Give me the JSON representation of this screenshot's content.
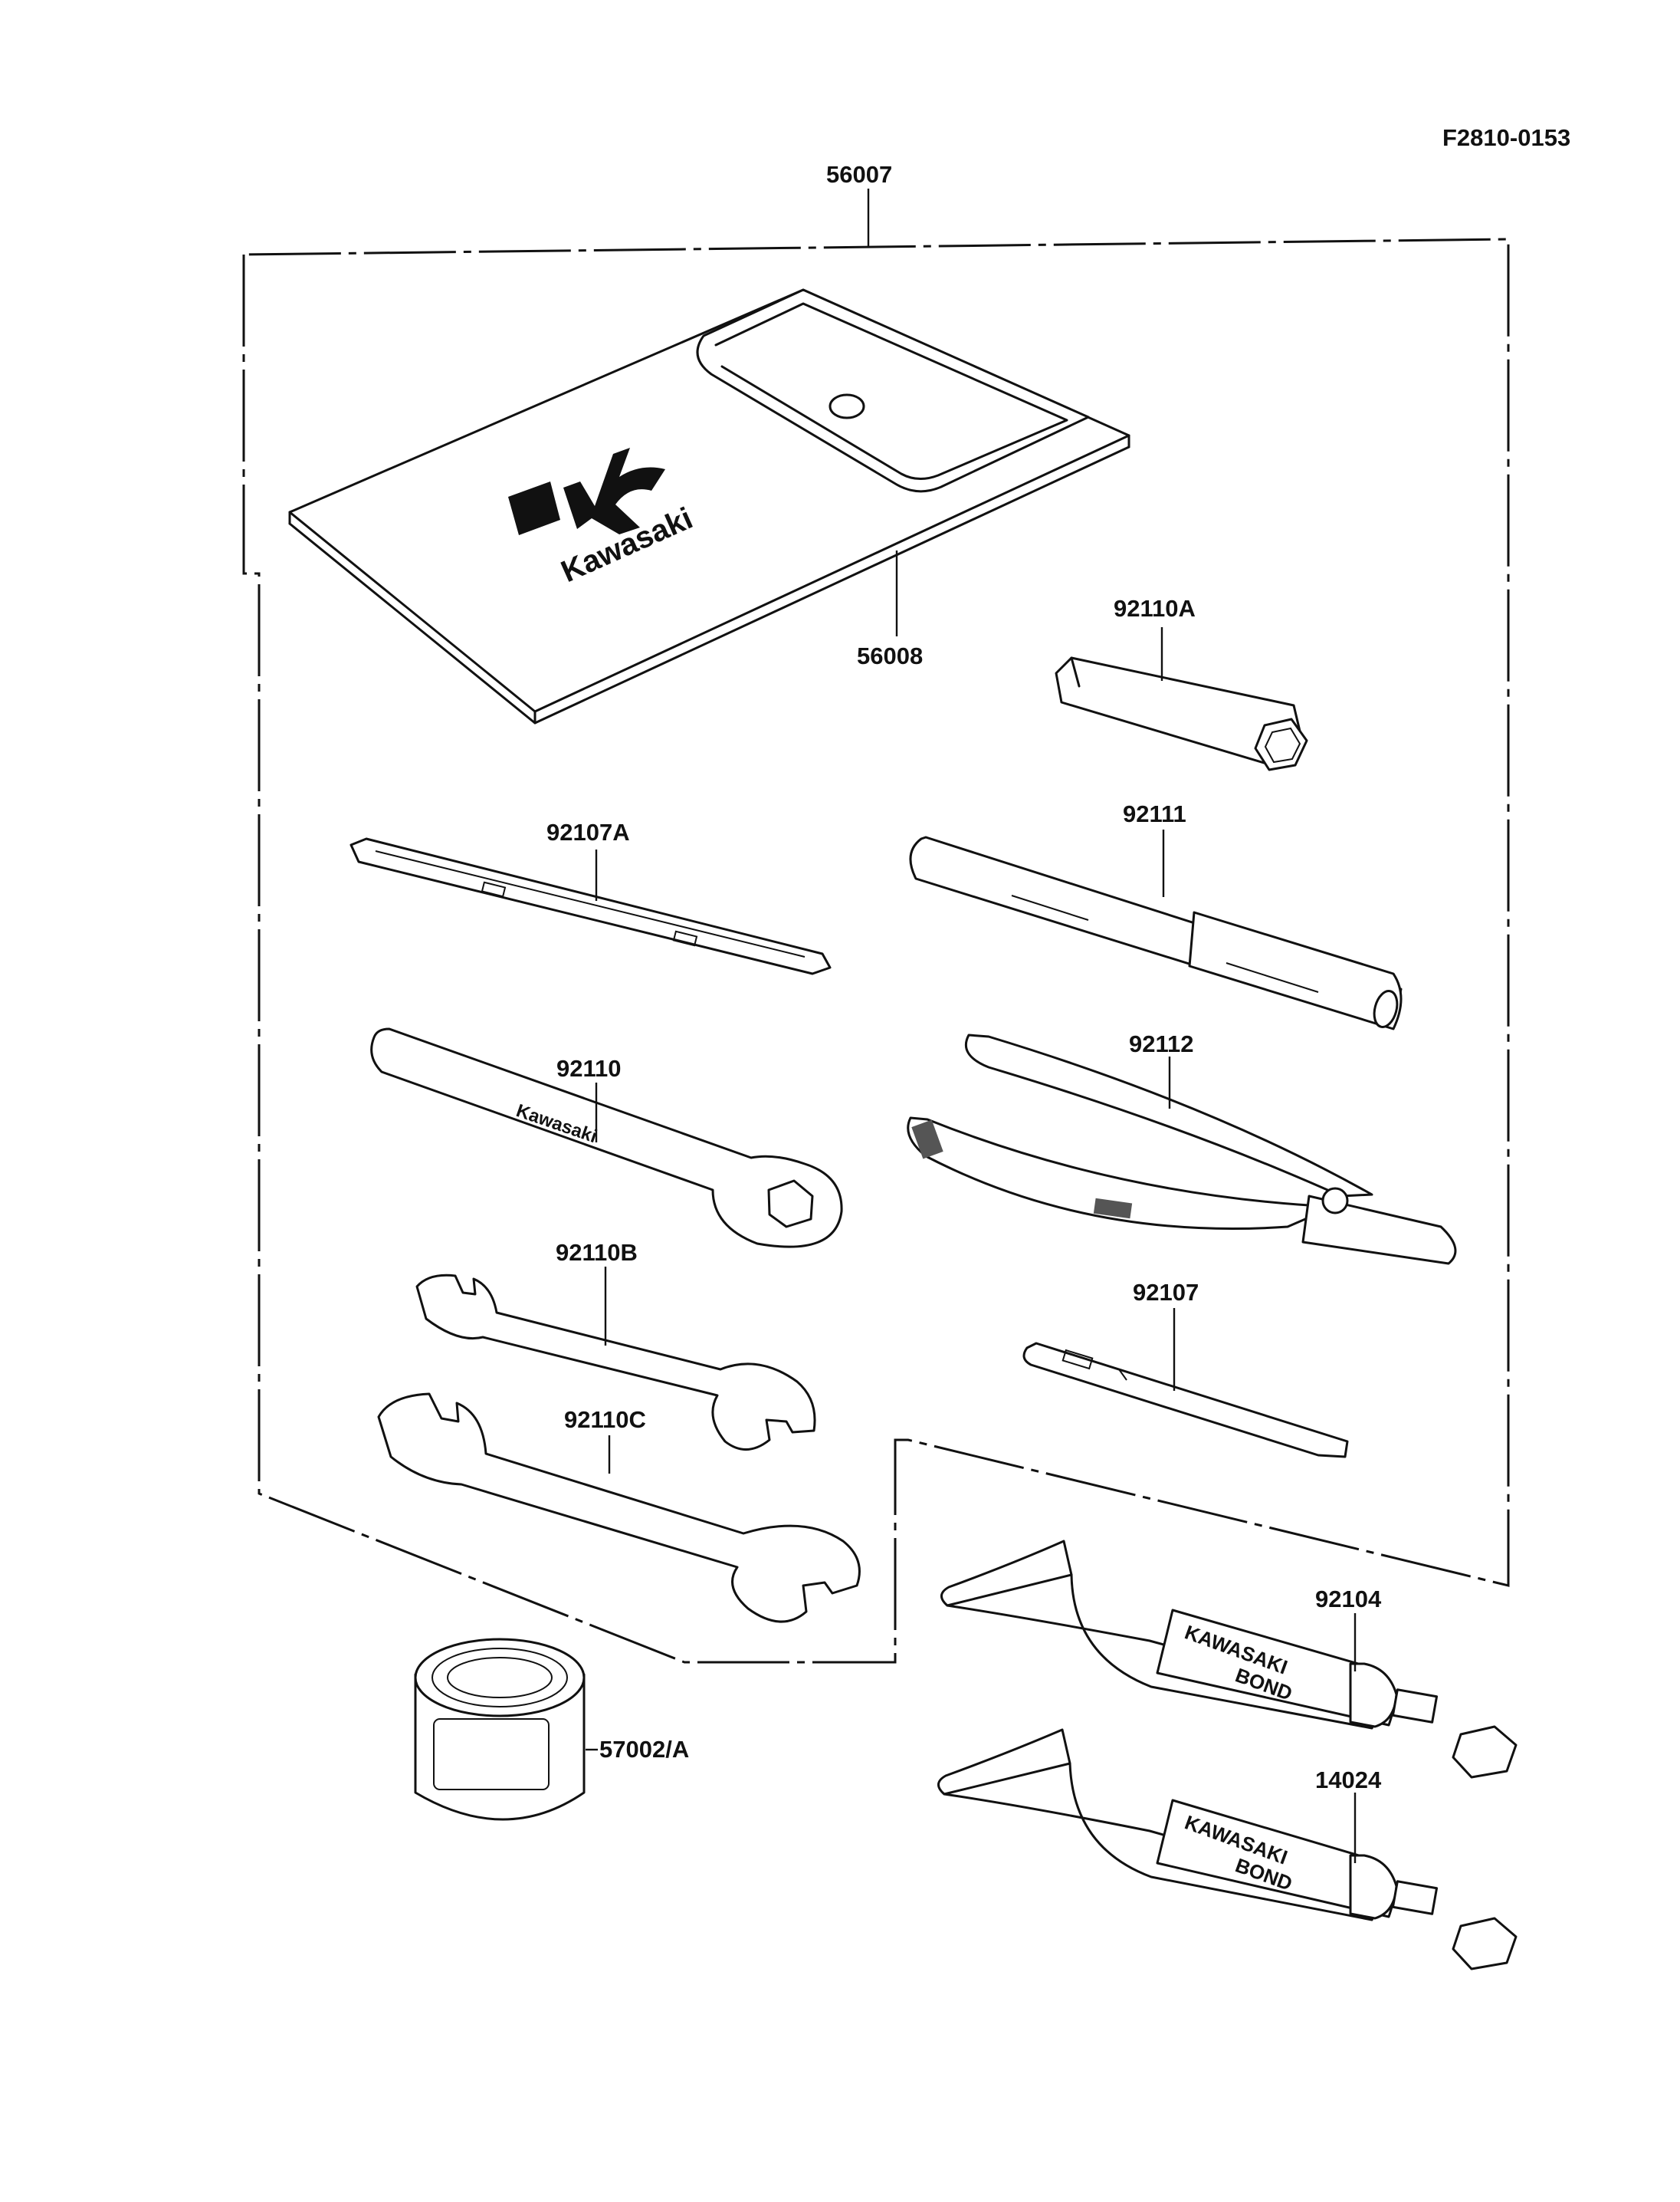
{
  "figure_code": "F2810-0153",
  "parts": {
    "tool_kit": "56007",
    "tool_case": "56008",
    "plug_wrench_a": "92110A",
    "screwdriver_a": "92107A",
    "handle": "92111",
    "wrench_ring": "92110",
    "pliers": "92112",
    "wrench_b": "92110B",
    "screwdriver": "92107",
    "wrench_c": "92110C",
    "bond_tube_1": "92104",
    "grease_can": "57002/A",
    "bond_tube_2": "14024"
  },
  "printed": {
    "case_brand": "Kawasaki",
    "wrench_stamp": "Kawasaki",
    "tube_text_1": "KAWASAKI",
    "tube_text_2": "BOND"
  }
}
